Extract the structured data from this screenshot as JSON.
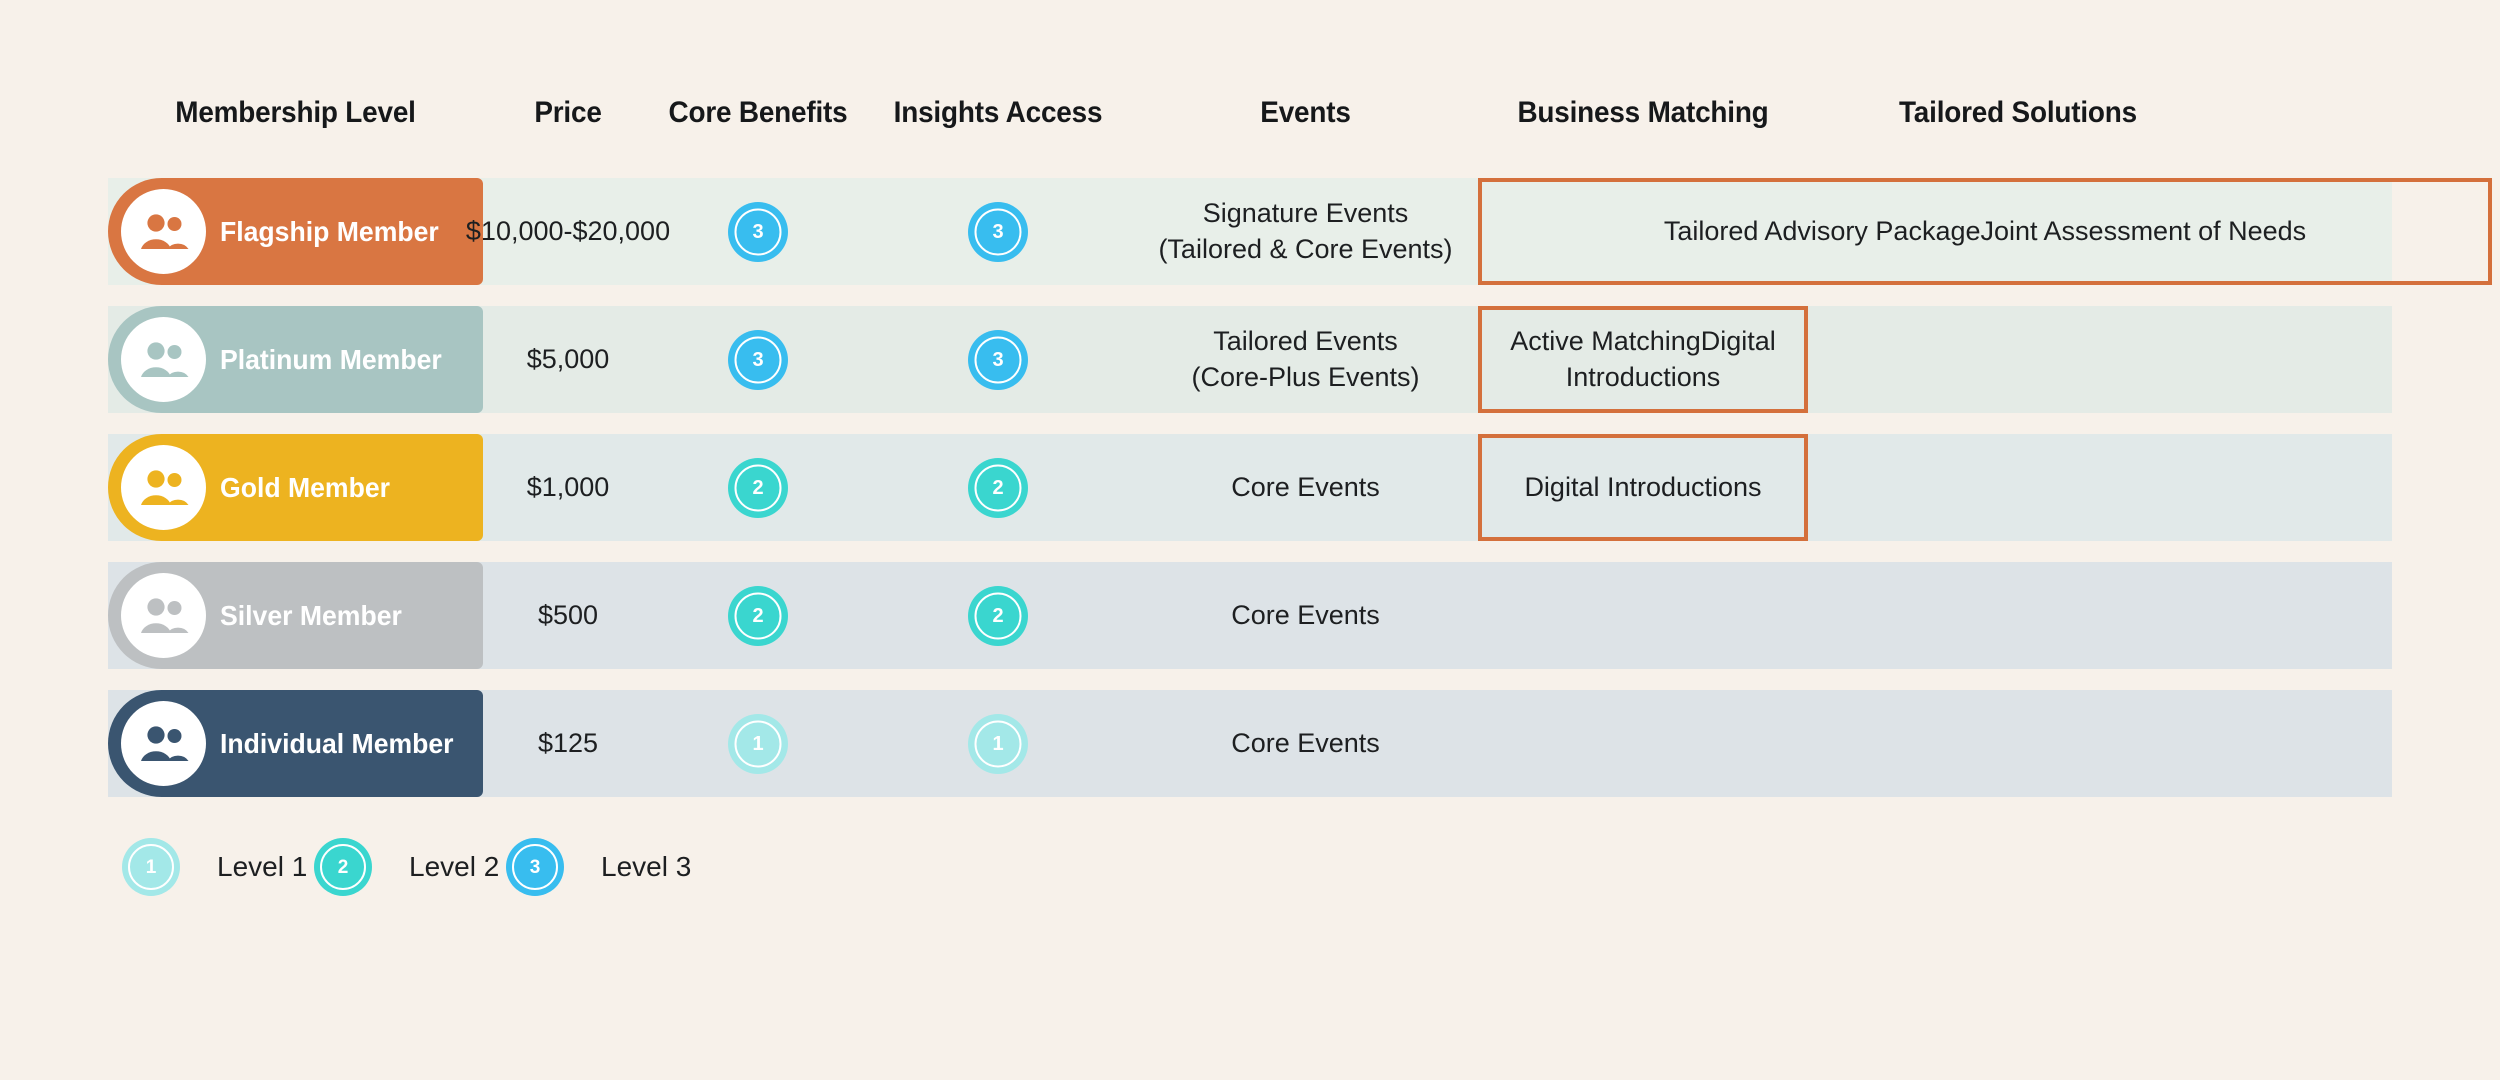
{
  "theme": {
    "page_background": "#f7f1ea",
    "accent_orange": "#d4703c",
    "text_dark": "#1d1f21",
    "level_colors": {
      "1": "#a3e8e8",
      "2": "#3ad6cf",
      "3": "#38bdef"
    }
  },
  "columns": [
    {
      "id": "membership-level",
      "label": "Membership Level"
    },
    {
      "id": "price",
      "label": "Price"
    },
    {
      "id": "core-benefits",
      "label": "Core Benefits"
    },
    {
      "id": "insights-access",
      "label": "Insights Access"
    },
    {
      "id": "events",
      "label": "Events"
    },
    {
      "id": "business-matching",
      "label": "Business Matching"
    },
    {
      "id": "tailored-solutions",
      "label": "Tailored Solutions"
    }
  ],
  "rows": [
    {
      "id": "flagship",
      "name": "Flagship Member",
      "pill_color": "#d97642",
      "icon_color": "#d97642",
      "row_background": "#e8efe9",
      "price": "$10,000-$20,000",
      "core_benefits_level": "3",
      "insights_access_level": "3",
      "events_line1": "Signature Events",
      "events_line2": "(Tailored & Core Events)",
      "callout_line1": "Tailored Advisory Package",
      "callout_line2": "Joint Assessment of Needs",
      "callout_span": "business-matching+tailored-solutions",
      "tailored_solutions": ""
    },
    {
      "id": "platinum",
      "name": "Platinum Member",
      "pill_color": "#a8c5c2",
      "icon_color": "#a8c5c2",
      "row_background": "#e4ebe6",
      "price": "$5,000",
      "core_benefits_level": "3",
      "insights_access_level": "3",
      "events_line1": "Tailored Events",
      "events_line2": "(Core-Plus Events)",
      "callout_line1": "Active Matching",
      "callout_line2": "Digital Introductions",
      "callout_span": "business-matching",
      "tailored_solutions": ""
    },
    {
      "id": "gold",
      "name": "Gold Member",
      "pill_color": "#edb320",
      "icon_color": "#edb320",
      "row_background": "#e1e9e9",
      "price": "$1,000",
      "core_benefits_level": "2",
      "insights_access_level": "2",
      "events_line1": "Core Events",
      "events_line2": "",
      "callout_line1": "Digital Introductions",
      "callout_line2": "",
      "callout_span": "business-matching",
      "tailored_solutions": ""
    },
    {
      "id": "silver",
      "name": "Silver Member",
      "pill_color": "#bdc0c2",
      "icon_color": "#bdc0c2",
      "row_background": "#dde3e7",
      "price": "$500",
      "core_benefits_level": "2",
      "insights_access_level": "2",
      "events_line1": "Core Events",
      "events_line2": "",
      "callout_line1": "",
      "callout_line2": "",
      "callout_span": "none",
      "tailored_solutions": ""
    },
    {
      "id": "individual",
      "name": "Individual Member",
      "pill_color": "#3a5570",
      "icon_color": "#3a5570",
      "row_background": "#dde3e7",
      "price": "$125",
      "core_benefits_level": "1",
      "insights_access_level": "1",
      "events_line1": "Core Events",
      "events_line2": "",
      "callout_line1": "",
      "callout_line2": "",
      "callout_span": "none",
      "tailored_solutions": ""
    }
  ],
  "legend": {
    "items": [
      {
        "level": "1",
        "label": "Level 1",
        "color": "#a3e8e8"
      },
      {
        "level": "2",
        "label": "Level 2",
        "color": "#3ad6cf"
      },
      {
        "level": "3",
        "label": "Level 3",
        "color": "#38bdef"
      }
    ]
  }
}
